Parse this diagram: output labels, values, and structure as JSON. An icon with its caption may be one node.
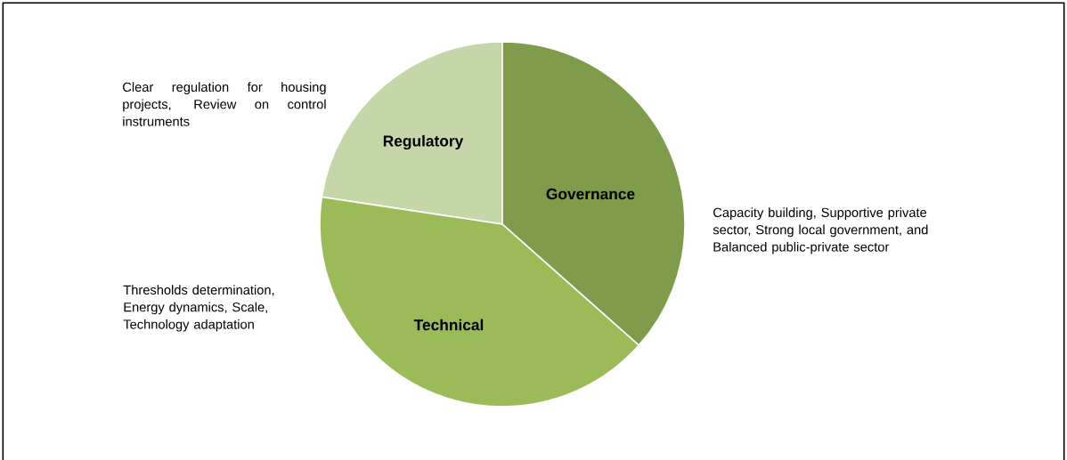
{
  "diagram": {
    "nodes": [
      {
        "text": [
          "Regulatory"
        ],
        "beside": [
          "Clear regulation for housing projects, Review on control instruments"
        ]
      },
      {
        "text": [
          "Governance"
        ],
        "beside": [
          "Capacity building, Supportive private sector, Strong local government, and Balanced public-private sector"
        ]
      },
      {
        "text": [
          "Technical"
        ],
        "beside": [
          "Thresholds determination, Energy dynamics, Scale, Technology adaptation"
        ]
      }
    ]
  }
}
